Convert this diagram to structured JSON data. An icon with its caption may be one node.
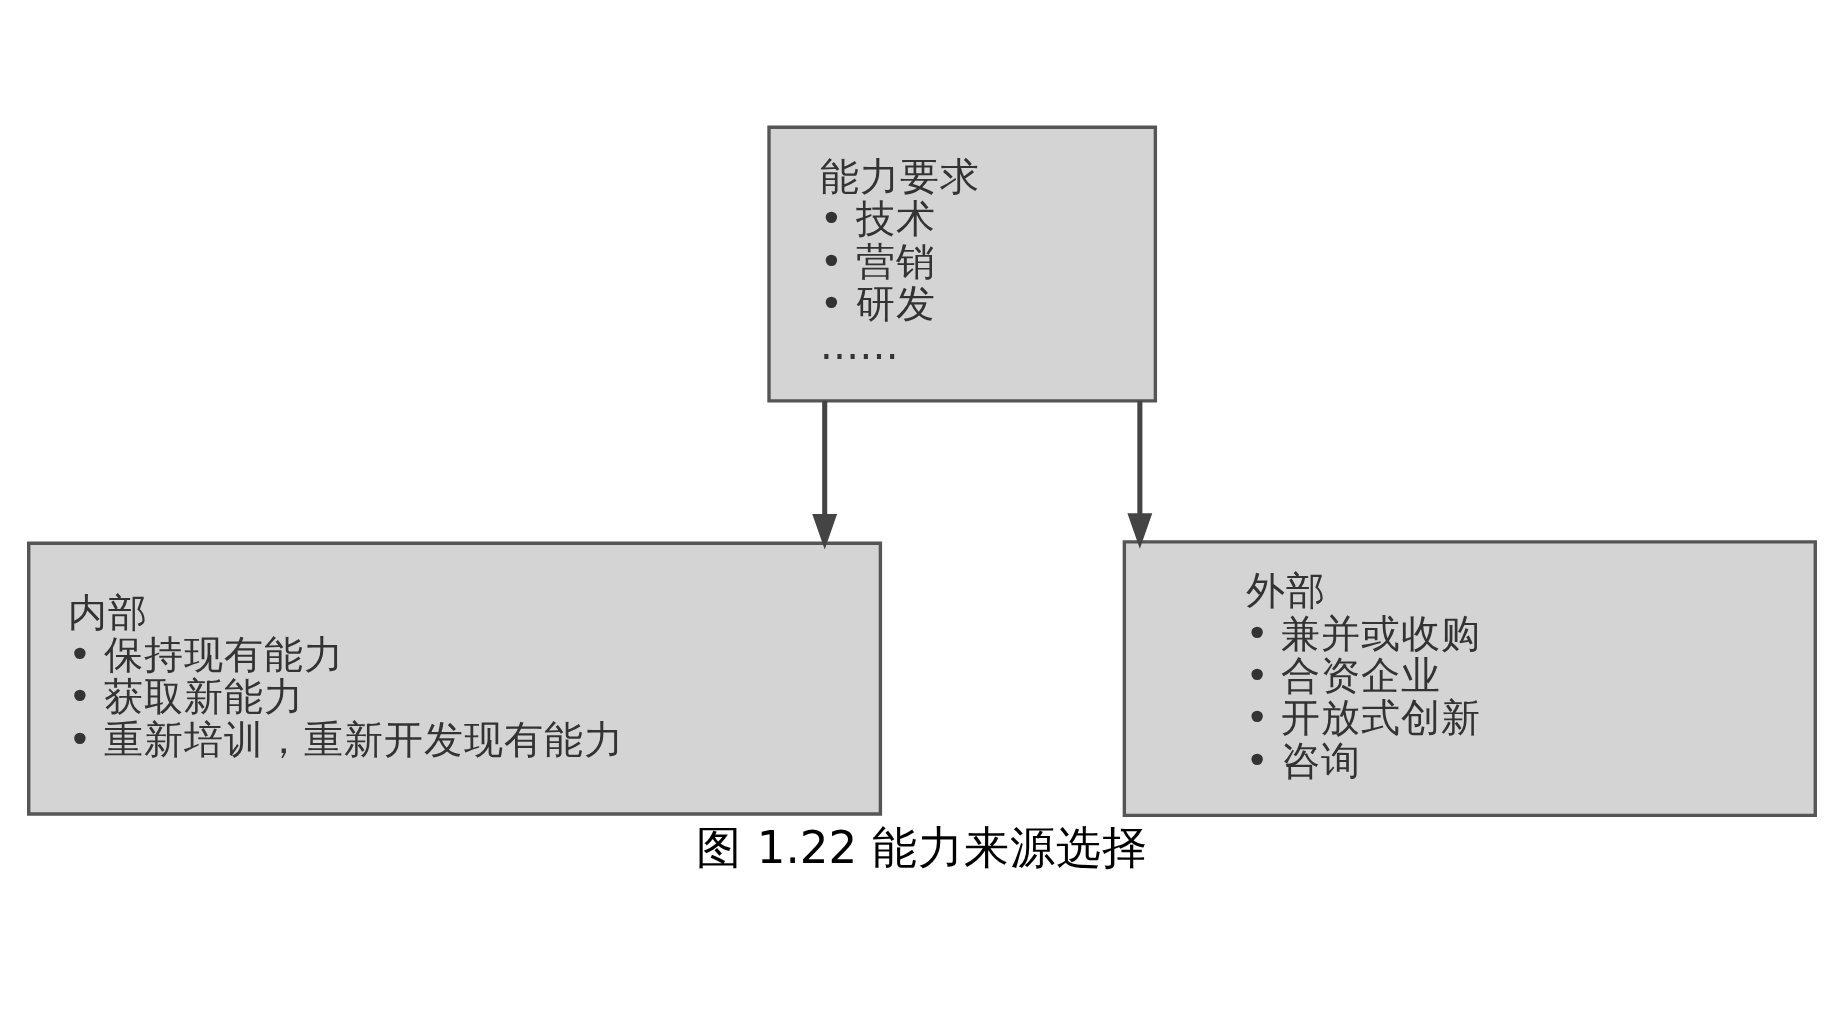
{
  "diagram": {
    "caption": "图 1.22 能力来源选择",
    "nodes": [
      {
        "text": [
          "能力要求",
          "• 技术",
          "• 营销",
          "• 研发",
          "……"
        ]
      },
      {
        "text": [
          "内部",
          "• 保持现有能力",
          "• 获取新能力",
          "• 重新培训，重新开发现有能力"
        ]
      },
      {
        "text": [
          "外部",
          "• 兼并或收购",
          "• 合资企业",
          "• 开放式创新",
          "• 咨询"
        ]
      }
    ],
    "edges": [
      {
        "from": 0,
        "to": 1,
        "arrow": "to"
      },
      {
        "from": 0,
        "to": 2,
        "arrow": "to"
      }
    ]
  }
}
